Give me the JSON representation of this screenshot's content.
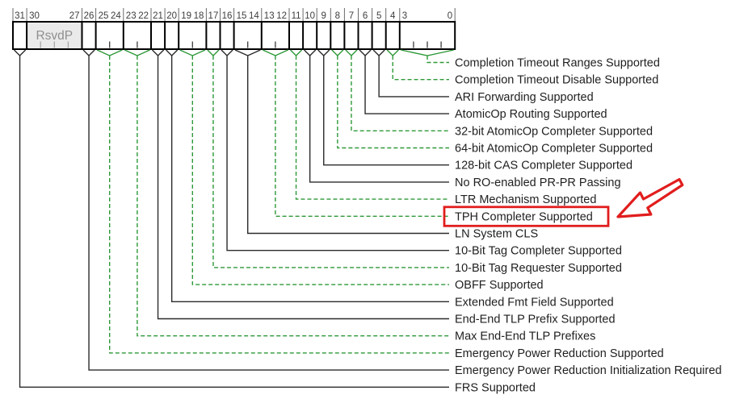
{
  "register": {
    "reserved_label": "RsvdP",
    "cells": [
      {
        "high": 31,
        "low": 31,
        "reserved": false
      },
      {
        "high": 30,
        "low": 27,
        "reserved": true
      },
      {
        "high": 26,
        "low": 26,
        "reserved": false
      },
      {
        "high": 25,
        "low": 24,
        "reserved": false
      },
      {
        "high": 23,
        "low": 22,
        "reserved": false
      },
      {
        "high": 21,
        "low": 21,
        "reserved": false
      },
      {
        "high": 20,
        "low": 20,
        "reserved": false
      },
      {
        "high": 19,
        "low": 18,
        "reserved": false
      },
      {
        "high": 17,
        "low": 17,
        "reserved": false
      },
      {
        "high": 16,
        "low": 16,
        "reserved": false
      },
      {
        "high": 15,
        "low": 14,
        "reserved": false
      },
      {
        "high": 13,
        "low": 12,
        "reserved": false
      },
      {
        "high": 11,
        "low": 11,
        "reserved": false
      },
      {
        "high": 10,
        "low": 10,
        "reserved": false
      },
      {
        "high": 9,
        "low": 9,
        "reserved": false
      },
      {
        "high": 8,
        "low": 8,
        "reserved": false
      },
      {
        "high": 7,
        "low": 7,
        "reserved": false
      },
      {
        "high": 6,
        "low": 6,
        "reserved": false
      },
      {
        "high": 5,
        "low": 5,
        "reserved": false
      },
      {
        "high": 4,
        "low": 4,
        "reserved": false
      },
      {
        "high": 3,
        "low": 0,
        "reserved": false
      }
    ]
  },
  "fields": [
    {
      "high": 3,
      "low": 0,
      "label": "Completion Timeout Ranges Supported",
      "style": "green",
      "highlighted": false
    },
    {
      "high": 4,
      "low": 4,
      "label": "Completion Timeout Disable Supported",
      "style": "green",
      "highlighted": false
    },
    {
      "high": 5,
      "low": 5,
      "label": "ARI Forwarding Supported",
      "style": "black",
      "highlighted": false
    },
    {
      "high": 6,
      "low": 6,
      "label": "AtomicOp Routing Supported",
      "style": "black",
      "highlighted": false
    },
    {
      "high": 7,
      "low": 7,
      "label": "32-bit AtomicOp Completer Supported",
      "style": "green",
      "highlighted": false
    },
    {
      "high": 8,
      "low": 8,
      "label": "64-bit AtomicOp Completer Supported",
      "style": "green",
      "highlighted": false
    },
    {
      "high": 9,
      "low": 9,
      "label": "128-bit CAS Completer Supported",
      "style": "black",
      "highlighted": false
    },
    {
      "high": 10,
      "low": 10,
      "label": "No RO-enabled PR-PR Passing",
      "style": "black",
      "highlighted": false
    },
    {
      "high": 11,
      "low": 11,
      "label": "LTR Mechanism Supported",
      "style": "green",
      "highlighted": false
    },
    {
      "high": 13,
      "low": 12,
      "label": "TPH Completer Supported",
      "style": "green",
      "highlighted": true
    },
    {
      "high": 15,
      "low": 14,
      "label": "LN System CLS",
      "style": "black",
      "highlighted": false
    },
    {
      "high": 16,
      "low": 16,
      "label": "10-Bit Tag Completer Supported",
      "style": "black",
      "highlighted": false
    },
    {
      "high": 17,
      "low": 17,
      "label": "10-Bit Tag Requester Supported",
      "style": "green",
      "highlighted": false
    },
    {
      "high": 19,
      "low": 18,
      "label": "OBFF Supported",
      "style": "green",
      "highlighted": false
    },
    {
      "high": 20,
      "low": 20,
      "label": "Extended Fmt Field Supported",
      "style": "black",
      "highlighted": false
    },
    {
      "high": 21,
      "low": 21,
      "label": "End-End TLP Prefix Supported",
      "style": "black",
      "highlighted": false
    },
    {
      "high": 23,
      "low": 22,
      "label": "Max End-End TLP Prefixes",
      "style": "green",
      "highlighted": false
    },
    {
      "high": 25,
      "low": 24,
      "label": "Emergency Power Reduction Supported",
      "style": "green",
      "highlighted": false
    },
    {
      "high": 26,
      "low": 26,
      "label": "Emergency Power Reduction Initialization Required",
      "style": "black",
      "highlighted": false
    },
    {
      "high": 31,
      "low": 31,
      "label": "FRS Supported",
      "style": "black",
      "highlighted": false
    }
  ],
  "highlight": {
    "field_label": "TPH Completer Supported"
  },
  "colors": {
    "green": "#2e9939",
    "black": "#2b2b2b",
    "box_border": "#000000",
    "reserved_fill": "#eaeaea",
    "reserved_text": "#8f8f8f",
    "bit_number_text": "#3d3d3d",
    "label_text": "#1f1f1f",
    "highlight_red": "#e11d1d",
    "background": "#ffffff"
  }
}
